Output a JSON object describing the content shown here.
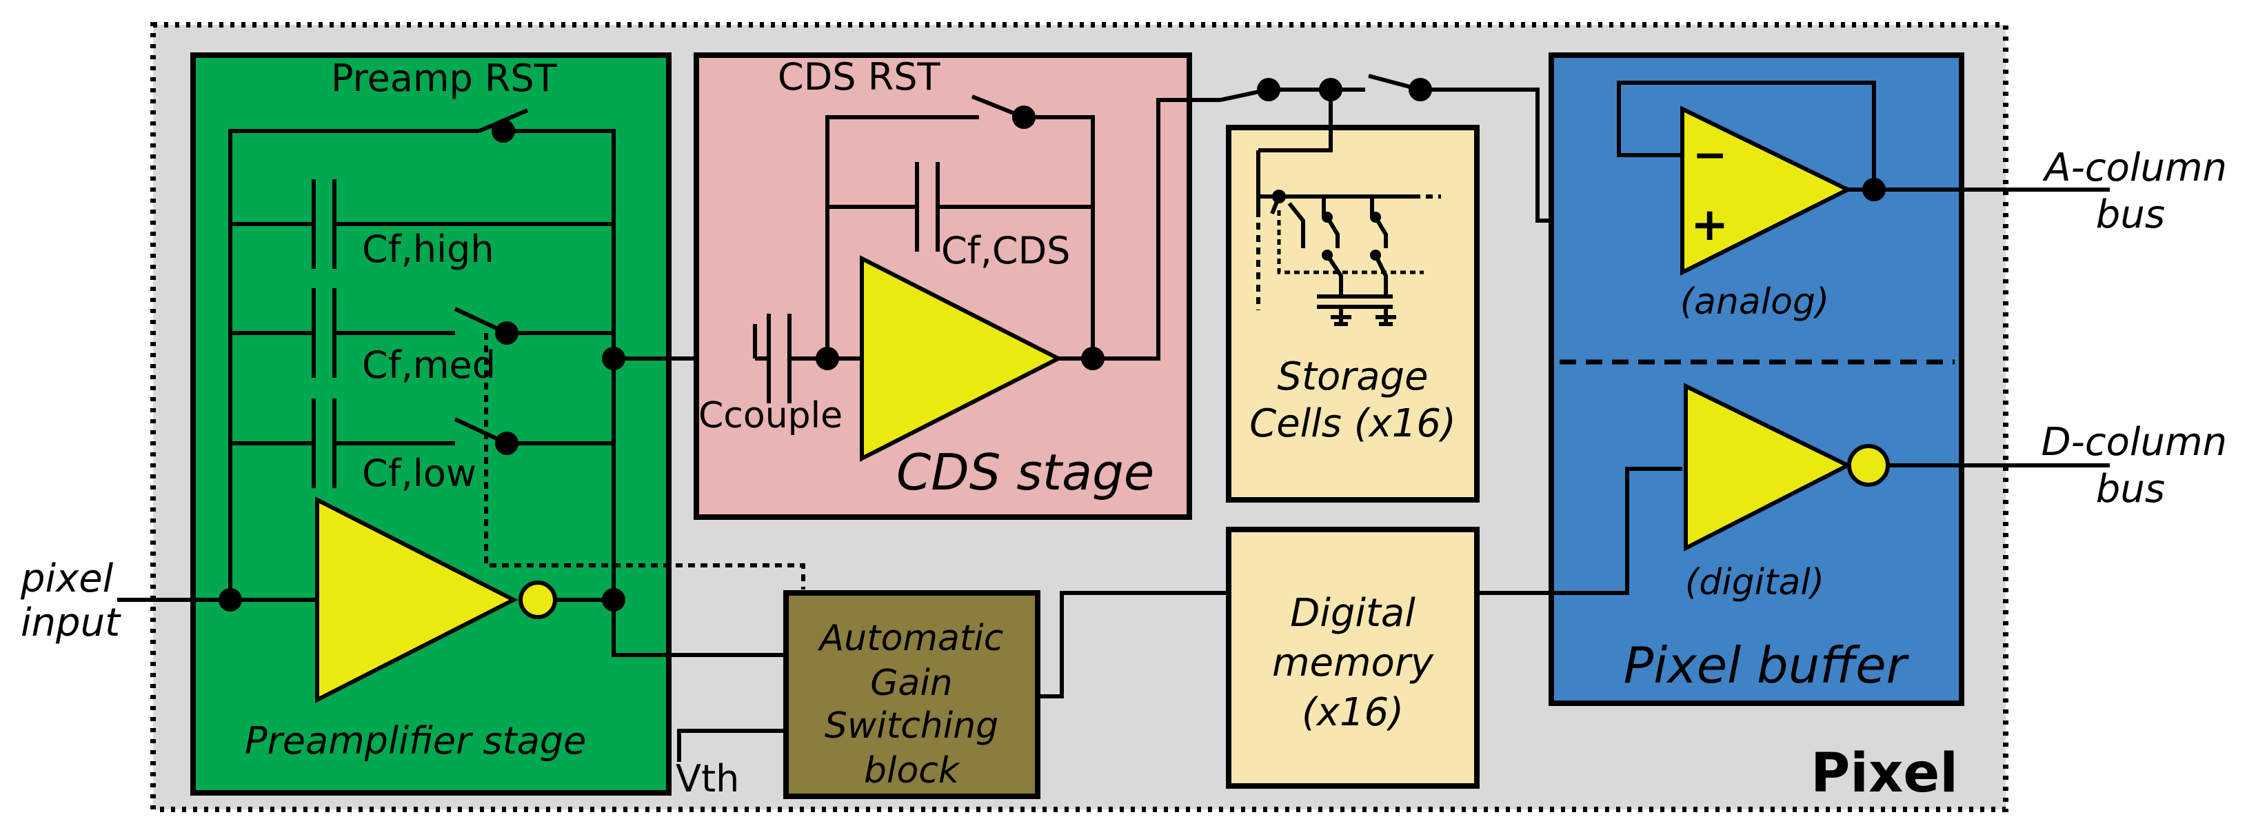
{
  "pixel_title": "Pixel",
  "inputs": {
    "pixel_input": [
      "pixel",
      "input"
    ],
    "vth": "Vth"
  },
  "outputs": {
    "a_column_bus": [
      "A-column",
      "bus"
    ],
    "d_column_bus": [
      "D-column",
      "bus"
    ]
  },
  "preamp": {
    "title": "Preamplifier stage",
    "rst": "Preamp RST",
    "cf_high": "Cf,high",
    "cf_med": "Cf,med",
    "cf_low": "Cf,low"
  },
  "cds": {
    "title": "CDS stage",
    "rst": "CDS RST",
    "cf_cds": "Cf,CDS",
    "ccouple": "Ccouple"
  },
  "storage": {
    "lines": [
      "Storage",
      "Cells (x16)"
    ]
  },
  "agc": {
    "lines": [
      "Automatic",
      "Gain",
      "Switching",
      "block"
    ]
  },
  "memory": {
    "lines": [
      "Digital",
      "memory",
      "(x16)"
    ]
  },
  "pixel_buffer": {
    "title": "Pixel buffer",
    "analog": "(analog)",
    "digital": "(digital)",
    "minus": "−",
    "plus": "+"
  },
  "colors": {
    "frame_bg": "#d9d9d9",
    "preamp_green": "#00a84f",
    "cds_pink": "#e8b4b4",
    "storage_cream": "#f8e6b0",
    "agc_olive": "#8b7d3e",
    "buffer_blue": "#3f83c6",
    "amplifier_yellow": "#eaea10"
  }
}
